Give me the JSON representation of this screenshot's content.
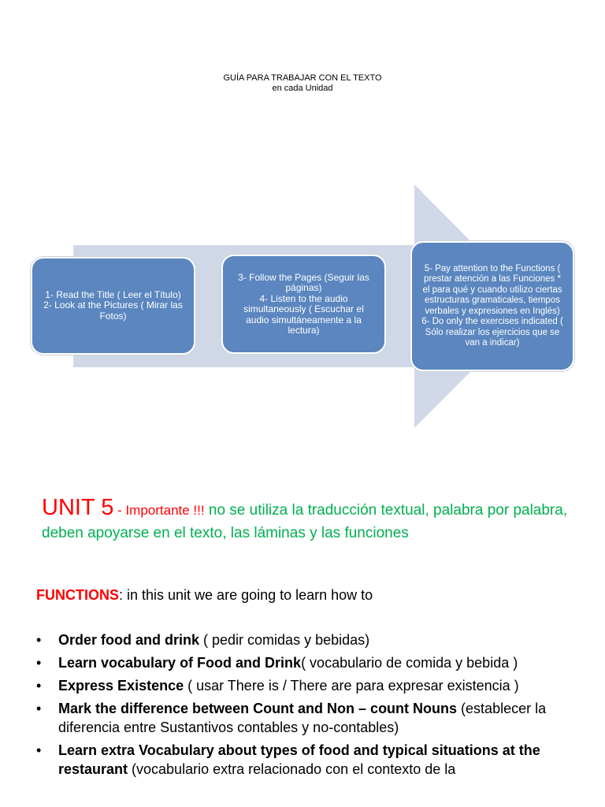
{
  "header": {
    "title_line1": "GUÍA PARA TRABAJAR CON EL TEXTO",
    "title_line2": "en cada Unidad"
  },
  "diagram": {
    "arrow_color": "#d0d8e8",
    "box_color": "#5b86bf",
    "steps": [
      {
        "lines": [
          "1- Read the Title ( Leer el Título)",
          "2- Look at the Pictures ( Mirar las Fotos)"
        ]
      },
      {
        "lines": [
          "3- Follow the Pages (Seguir las páginas)",
          "4- Listen to the audio simultaneously ( Escuchar el audio simultáneamente a la lectura)"
        ]
      },
      {
        "lines": [
          "5- Pay attention to the Functions ( prestar atención a las Funciones * el para qué y cuando utilizo ciertas estructuras gramaticales, tiempos verbales y expresiones en Inglés)",
          "6- Do only the exercises indicated ( Sólo realizar los ejercicios que se van a indicar)"
        ]
      }
    ]
  },
  "unit": {
    "label": "UNIT 5",
    "dash": " - ",
    "important": "Importante !!!",
    "note": " no se utiliza la traducción textual, palabra por palabra, deben apoyarse en el texto, las láminas y las funciones"
  },
  "functions": {
    "label": "FUNCTIONS",
    "intro": ": in this unit we are going to learn how to",
    "items": [
      {
        "bold": "Order food and drink",
        "text": " ( pedir comidas y bebidas)"
      },
      {
        "bold": "Learn vocabulary of  Food and Drink",
        "text": "( vocabulario de comida y bebida  )"
      },
      {
        "bold": "Express Existence",
        "text": " ( usar There is / There are para expresar existencia )"
      },
      {
        "bold": "Mark the difference between Count and Non – count Nouns",
        "text": " (establecer la diferencia entre Sustantivos contables y no-contables)"
      },
      {
        "bold": "Learn extra Vocabulary about types of food and typical situations at the restaurant",
        "text": " (vocabulario extra relacionado con el contexto de la"
      }
    ]
  }
}
